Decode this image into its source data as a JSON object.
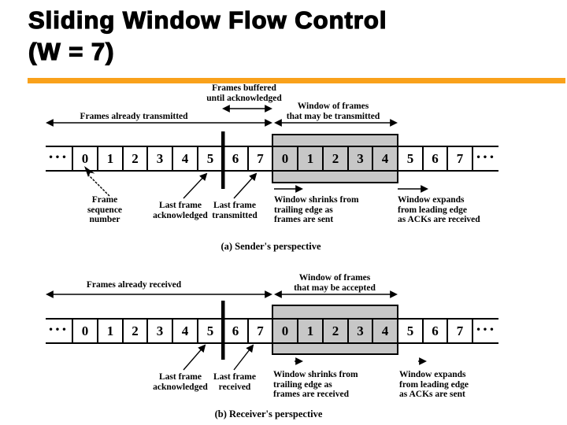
{
  "title": {
    "text": "Sliding Window Flow Control\n(W = 7)"
  },
  "colors": {
    "accent_orange": "#F9A11B",
    "window_gray": "#C7C7C7",
    "line_black": "#000000"
  },
  "cells": [
    "0",
    "1",
    "2",
    "3",
    "4",
    "5",
    "6",
    "7",
    "0",
    "1",
    "2",
    "3",
    "4",
    "5",
    "6",
    "7"
  ],
  "ellipsis": "•••",
  "sender": {
    "labels": {
      "frames_buffered": "Frames buffered\nuntil acknowledged",
      "frames_already": "Frames already transmitted",
      "window_span": "Window of frames\nthat may be transmitted",
      "frame_seq": "Frame\nsequence\nnumber",
      "last_ack": "Last frame\nacknowledged",
      "last_sent": "Last frame\ntransmitted",
      "shrink": "Window shrinks from\ntrailing edge as\nframes are sent",
      "expand": "Window expands\nfrom leading edge\nas ACKs are received",
      "caption": "(a) Sender's perspective"
    }
  },
  "receiver": {
    "labels": {
      "frames_already": "Frames already received",
      "window_span": "Window of frames\nthat may be accepted",
      "last_ack": "Last frame\nacknowledged",
      "last_recv": "Last frame\nreceived",
      "shrink": "Window shrinks from\ntrailing edge as\nframes are received",
      "expand": "Window expands\nfrom leading edge\nas ACKs are sent",
      "caption": "(b) Receiver's perspective"
    }
  }
}
